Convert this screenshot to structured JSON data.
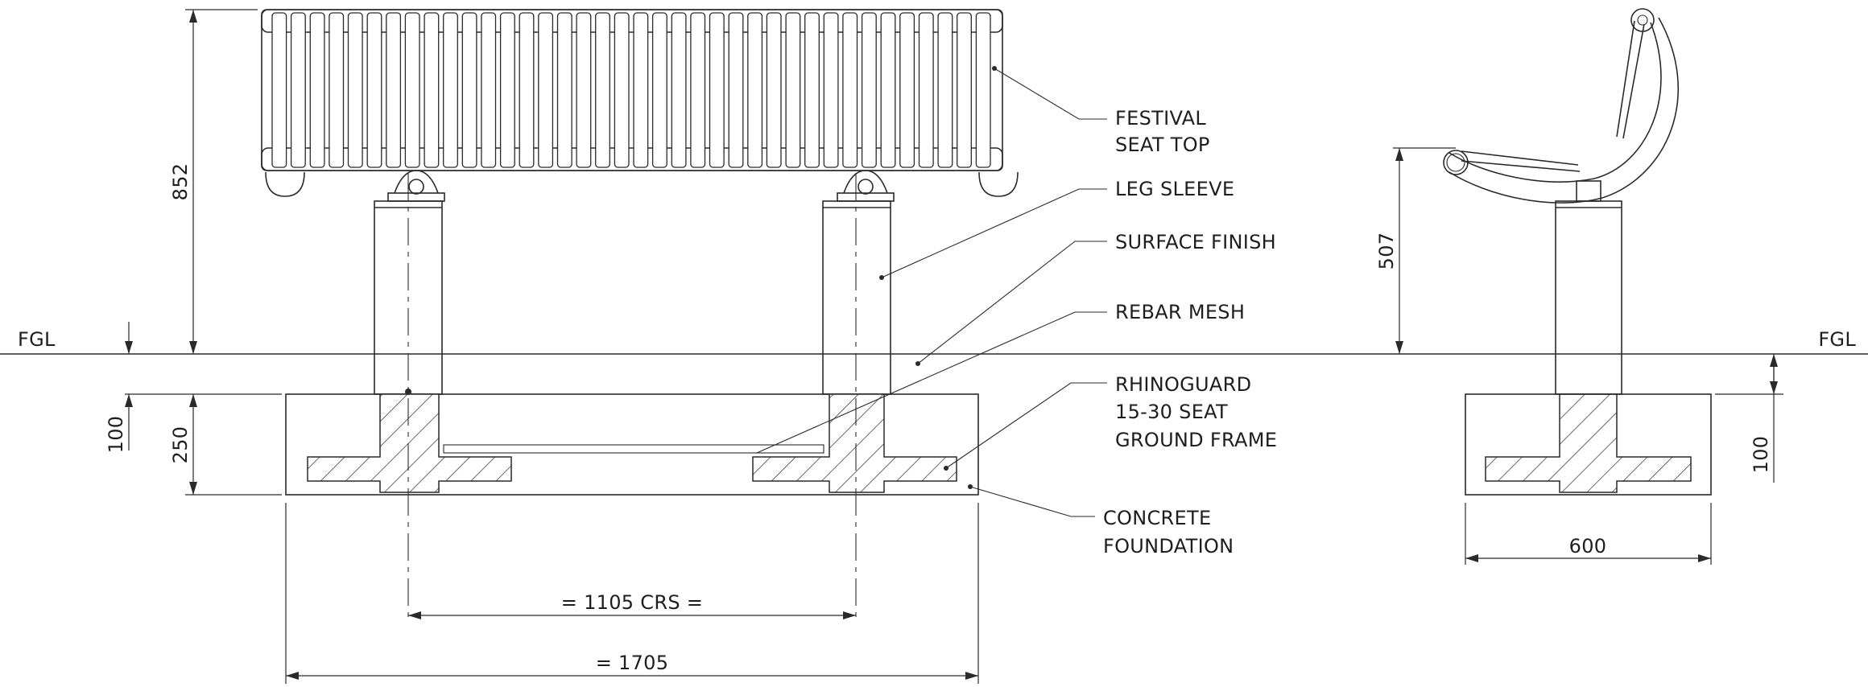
{
  "labels": {
    "seat_top": [
      "FESTIVAL",
      "SEAT TOP"
    ],
    "leg_sleeve": "LEG SLEEVE",
    "surface_finish": "SURFACE FINISH",
    "rebar_mesh": "REBAR MESH",
    "ground_frame": [
      "RHINOGUARD",
      "15-30 SEAT",
      "GROUND FRAME"
    ],
    "foundation": [
      "CONCRETE",
      "FOUNDATION"
    ],
    "fgl_left": "FGL",
    "fgl_right": "FGL"
  },
  "dimensions": {
    "overall_height": "852",
    "ground_offset_left": "100",
    "foundation_depth": "250",
    "centres": "= 1105 CRS =",
    "overall_width": "= 1705",
    "seat_height": "507",
    "ground_offset_right": "100",
    "foundation_width": "600"
  }
}
